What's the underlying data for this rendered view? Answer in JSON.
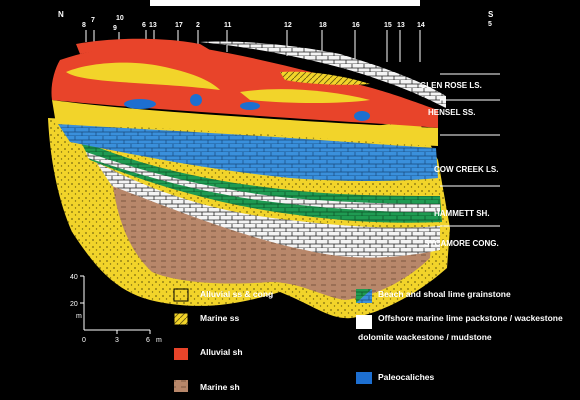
{
  "header": {
    "title": ""
  },
  "orientation": {
    "left": "N",
    "right": "S"
  },
  "well_numbers": [
    "8",
    "7",
    "10",
    "9",
    "6",
    "13",
    "17",
    "2",
    "11",
    "12",
    "18",
    "16",
    "15",
    "13",
    "14",
    "5"
  ],
  "formations": [
    "GLEN ROSE LS.",
    "HENSEL SS.",
    "COW CREEK LS.",
    "HAMMETT SH.",
    "SYCAMORE CONG."
  ],
  "scale": {
    "vertical_unit": "m",
    "vertical_ticks": [
      "40",
      "20"
    ],
    "horizontal_unit": "m",
    "horizontal_ticks": [
      "0",
      "3",
      "6"
    ]
  },
  "legend": [
    {
      "label": "Alluvial ss & cong",
      "color": "#f2d42a",
      "pattern": "solid"
    },
    {
      "label": "Marine ss",
      "color": "#f2d42a",
      "pattern": "hatched"
    },
    {
      "label": "Alluvial sh",
      "color": "#e8442a",
      "pattern": "solid"
    },
    {
      "label": "Marine sh",
      "color": "#b8876a",
      "pattern": "solid"
    },
    {
      "label": "Beach and shoal lime grainstone",
      "color": "#1fa55a",
      "color2": "#2f7fd0",
      "pattern": "split"
    },
    {
      "label": "Offshore marine lime packstone / wackestone",
      "color": "#ffffff",
      "pattern": "solid"
    },
    {
      "label": "dolomite wackestone / mudstone",
      "pattern": "none"
    },
    {
      "label": "Paleocaliches",
      "color": "#1d6fd1",
      "pattern": "solid"
    }
  ]
}
